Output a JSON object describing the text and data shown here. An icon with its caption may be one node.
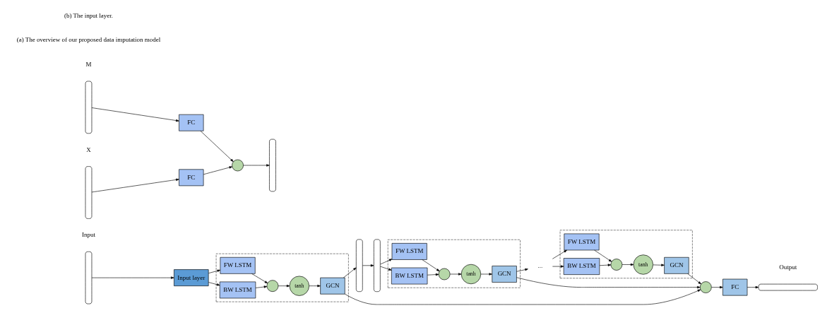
{
  "diagram": {
    "nodes": [
      {
        "text": [],
        "shape": "box",
        "beside": [
          "Input"
        ]
      },
      {
        "text": [
          "Input layer"
        ]
      },
      {
        "text": [],
        "shape": "box"
      },
      {
        "text": [
          "FW LSTM"
        ],
        "in": 2
      },
      {
        "text": [
          "BW LSTM"
        ],
        "in": 2
      },
      {
        "text": [],
        "shape": "circle",
        "in": 2
      },
      {
        "text": [
          "tanh"
        ],
        "in": 2
      },
      {
        "text": [
          "GCN"
        ],
        "in": 2
      },
      {
        "text": [],
        "shape": "box"
      },
      {
        "text": [],
        "shape": "box"
      },
      {
        "text": [],
        "shape": "box"
      },
      {
        "text": [
          "FW LSTM"
        ],
        "in": 10
      },
      {
        "text": [
          "BW LSTM"
        ],
        "in": 10
      },
      {
        "text": [],
        "shape": "circle",
        "in": 10
      },
      {
        "text": [
          "tanh"
        ],
        "in": 10
      },
      {
        "text": [
          "GCN"
        ],
        "in": 10
      },
      {
        "text": [
          "..."
        ]
      },
      {
        "text": [],
        "shape": "box"
      },
      {
        "text": [
          "FW LSTM"
        ],
        "in": 17
      },
      {
        "text": [
          "BW LSTM"
        ],
        "in": 17
      },
      {
        "text": [],
        "shape": "circle",
        "in": 17
      },
      {
        "text": [
          "tanh"
        ],
        "in": 17
      },
      {
        "text": [
          "GCN"
        ],
        "in": 17
      },
      {
        "text": [],
        "shape": "circle"
      },
      {
        "text": [
          "FC"
        ]
      },
      {
        "text": [],
        "shape": "box",
        "beside": [
          "Output"
        ]
      },
      {
        "text": [],
        "shape": "box",
        "beside": [
          "X"
        ]
      },
      {
        "text": [],
        "shape": "box",
        "beside": [
          "M"
        ]
      },
      {
        "text": [
          "FC"
        ]
      },
      {
        "text": [
          "FC"
        ]
      },
      {
        "text": [],
        "shape": "circle"
      },
      {
        "text": [],
        "shape": "box"
      }
    ],
    "edges": [
      {
        "from": 0,
        "to": 1,
        "arrow": "to"
      },
      {
        "from": 1,
        "to": 3,
        "arrow": "to"
      },
      {
        "from": 1,
        "to": 4,
        "arrow": "to"
      },
      {
        "from": 3,
        "to": 5,
        "arrow": "to"
      },
      {
        "from": 4,
        "to": 5,
        "arrow": "to"
      },
      {
        "from": 5,
        "to": 6,
        "arrow": "to"
      },
      {
        "from": 6,
        "to": 7,
        "arrow": "to"
      },
      {
        "from": 7,
        "to": 8,
        "arrow": "to"
      },
      {
        "from": 7,
        "to": 23,
        "arrow": "to"
      },
      {
        "from": 8,
        "to": 9,
        "arrow": "to"
      },
      {
        "from": 9,
        "to": 11,
        "arrow": "to"
      },
      {
        "from": 9,
        "to": 12,
        "arrow": "to"
      },
      {
        "from": 11,
        "to": 13,
        "arrow": "to"
      },
      {
        "from": 12,
        "to": 13,
        "arrow": "to"
      },
      {
        "from": 13,
        "to": 14,
        "arrow": "to"
      },
      {
        "from": 14,
        "to": 15,
        "arrow": "to"
      },
      {
        "from": 15,
        "to": 16,
        "arrow": "to"
      },
      {
        "from": 15,
        "to": 23,
        "arrow": "to"
      },
      {
        "from": 16,
        "to": 18,
        "arrow": "to"
      },
      {
        "from": 16,
        "to": 19,
        "arrow": "to"
      },
      {
        "from": 18,
        "to": 20,
        "arrow": "to"
      },
      {
        "from": 19,
        "to": 20,
        "arrow": "to"
      },
      {
        "from": 20,
        "to": 21,
        "arrow": "to"
      },
      {
        "from": 21,
        "to": 22,
        "arrow": "to"
      },
      {
        "from": 22,
        "to": 23,
        "arrow": "to"
      },
      {
        "from": 23,
        "to": 24,
        "arrow": "to"
      },
      {
        "from": 24,
        "to": 25,
        "arrow": "to"
      },
      {
        "from": 26,
        "to": 28,
        "arrow": "to"
      },
      {
        "from": 27,
        "to": 29,
        "arrow": "to"
      },
      {
        "from": 28,
        "to": 30,
        "arrow": "to"
      },
      {
        "from": 29,
        "to": 30,
        "arrow": "to"
      },
      {
        "from": 30,
        "to": 31,
        "arrow": "to"
      }
    ],
    "labels": [
      "(a) The overview of our proposed data imputation model",
      "(b) The input layer."
    ]
  }
}
